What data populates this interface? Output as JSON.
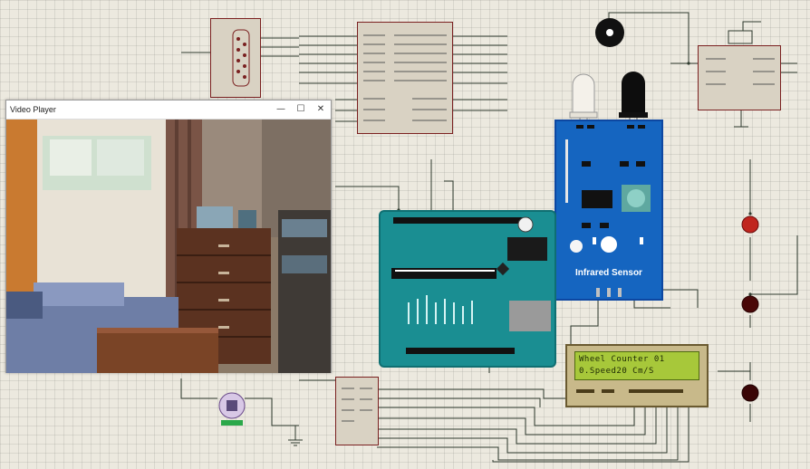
{
  "camera_window": {
    "title": "Video Player",
    "minimize_glyph": "—",
    "maximize_glyph": "☐",
    "close_glyph": "✕"
  },
  "ir_sensor": {
    "label": "Infrared Sensor"
  },
  "lcd": {
    "line1": "Wheel Counter 01",
    "line2": "0.Speed20 Cm/S"
  },
  "schematic": {
    "wire_color": "#2f3b2f",
    "chip_border": "#7a2020",
    "led_color": "#8a1010"
  }
}
